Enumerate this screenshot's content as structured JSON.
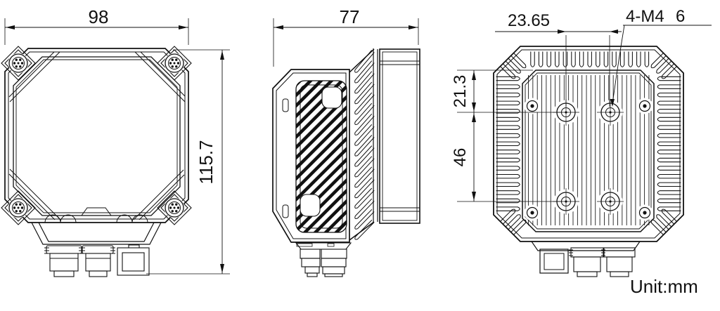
{
  "drawing": {
    "unit_note": "Unit:mm",
    "colors": {
      "ink": "#111111",
      "paper": "#ffffff"
    },
    "views": {
      "front": {
        "width_mm": "98",
        "height_mm": "115.7"
      },
      "side": {
        "depth_mm": "77"
      },
      "rear": {
        "hole_spacing_horizontal_mm": "23.65",
        "hole_top_offset_mm": "21.3",
        "hole_spacing_vertical_mm": "46",
        "thread_callout": "4-M4",
        "thread_depth_mm": "6"
      }
    }
  }
}
